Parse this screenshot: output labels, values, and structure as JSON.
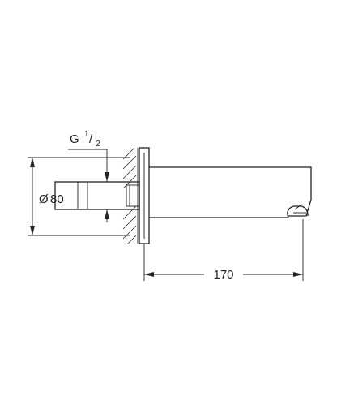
{
  "dimensions": {
    "thread_main": "G",
    "thread_sup": "1",
    "thread_sub": "2",
    "diameter_symbol": "Ø",
    "diameter_value": "80",
    "length_value": "170"
  }
}
